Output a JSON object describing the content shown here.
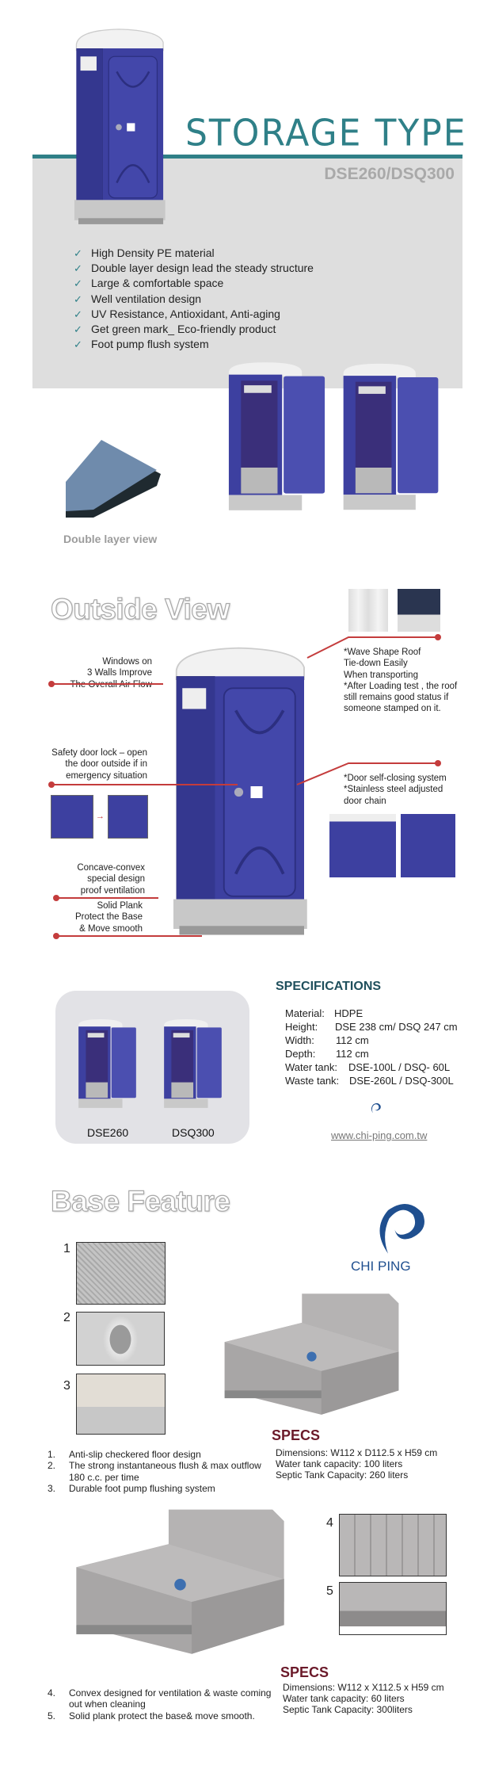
{
  "storage": {
    "title": "STORAGE TYPE",
    "model": "DSE260/DSQ300",
    "features": [
      "High Density PE material",
      "Double layer design lead the steady structure",
      "Large & comfortable space",
      "Well ventilation design",
      "UV Resistance,  Antioxidant, Anti-aging",
      "Get green mark_ Eco-friendly product",
      "Foot pump flush system"
    ],
    "check_icon": "✓",
    "double_layer_caption": "Double layer view"
  },
  "outside": {
    "heading": "Outside View",
    "windows": [
      "Windows on",
      "3 Walls Improve",
      "The Overall Air Flow"
    ],
    "safety_lock": [
      "Safety door lock – open",
      "the door outside if in",
      "emergency situation"
    ],
    "concave": [
      "Concave-convex",
      "special design",
      "proof ventilation"
    ],
    "solid_plank": [
      "Solid Plank",
      "Protect the Base",
      "& Move smooth"
    ],
    "roof": [
      "*Wave Shape Roof",
      "Tie-down Easily",
      "When transporting",
      "*After Loading test , the roof",
      "still remains good status if",
      "someone stamped on it."
    ],
    "door": [
      "*Door self-closing system",
      "*Stainless steel adjusted",
      "door chain"
    ]
  },
  "specifications": {
    "heading": "SPECIFICATIONS",
    "rows": [
      {
        "label": "Material:",
        "value": "HDPE"
      },
      {
        "label": "Height:",
        "value": "DSE 238 cm/ DSQ 247 cm"
      },
      {
        "label": "Width:",
        "value": "112 cm"
      },
      {
        "label": "Depth:",
        "value": "112 cm"
      },
      {
        "label": "Water tank:",
        "value": "DSE-100L / DSQ- 60L"
      },
      {
        "label": "Waste tank:",
        "value": "DSE-260L / DSQ-300L"
      }
    ],
    "models": [
      "DSE260",
      "DSQ300"
    ],
    "website": "www.chi-ping.com.tw"
  },
  "base": {
    "heading": "Base Feature",
    "brand": "CHI PING",
    "numbers": [
      "1",
      "2",
      "3",
      "4",
      "5"
    ],
    "specs1": {
      "heading": "SPECS",
      "lines": [
        "Dimensions: W112 x D112.5 x H59 cm",
        "Water tank capacity: 100 liters",
        "Septic Tank Capacity: 260 liters"
      ]
    },
    "list1": [
      {
        "n": "1.",
        "text": "Anti-slip checkered floor design"
      },
      {
        "n": "2.",
        "text": "The strong instantaneous flush & max outflow"
      },
      {
        "n": "",
        "text": "180 c.c. per time"
      },
      {
        "n": "3.",
        "text": "Durable foot pump  flushing  system"
      }
    ],
    "specs2": {
      "heading": "SPECS",
      "lines": [
        "Dimensions: W112 x X112.5 x H59 cm",
        "Water tank capacity:   60 liters",
        "Septic Tank Capacity: 300liters"
      ]
    },
    "list2": [
      {
        "n": "4.",
        "text": "Convex designed for ventilation & waste coming"
      },
      {
        "n": "",
        "text": "out when cleaning"
      },
      {
        "n": "5.",
        "text": "Solid plank protect the base& move smooth."
      }
    ]
  },
  "colors": {
    "teal": "#2f7f87",
    "toilet_blue": "#3d40a0",
    "arrow_red": "#c43c3c",
    "brand_blue": "#1f4f8f",
    "specs_maroon": "#6b1a2a"
  }
}
